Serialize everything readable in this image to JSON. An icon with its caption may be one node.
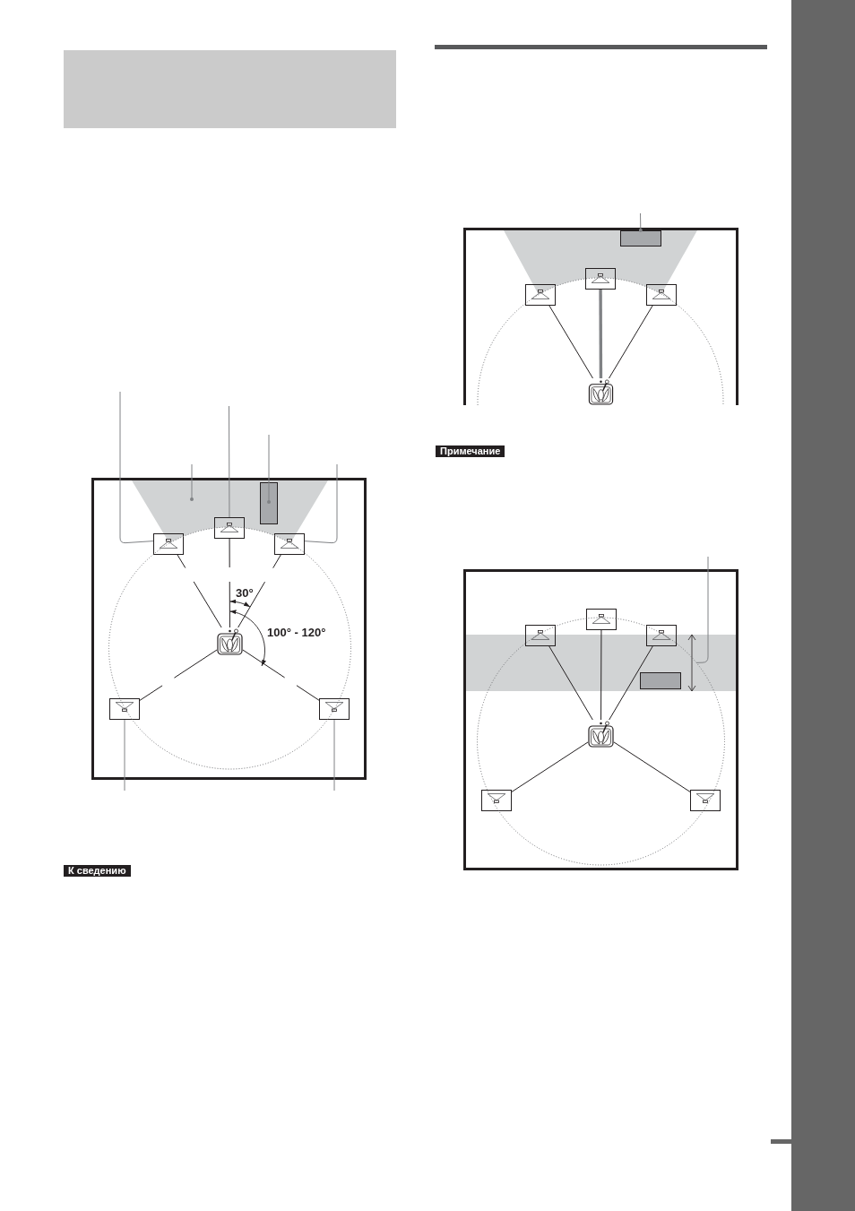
{
  "diagram": {
    "nodes": [
      {
        "text": [],
        "shape": "box"
      },
      {
        "text": [],
        "shape": "box"
      },
      {
        "text": [],
        "shape": "trapezoid",
        "in": 1
      },
      {
        "text": [],
        "shape": "box",
        "in": 2
      },
      {
        "text": [],
        "shape": "speaker",
        "in": 1
      },
      {
        "text": [],
        "shape": "speaker",
        "in": 1
      },
      {
        "text": [],
        "shape": "speaker",
        "in": 1
      },
      {
        "text": [],
        "shape": "person",
        "in": 1
      },
      {
        "text": [],
        "shape": "speaker",
        "in": 1
      },
      {
        "text": [],
        "shape": "speaker",
        "in": 1
      },
      {
        "text": [
          "К сведению"
        ]
      },
      {
        "text": [],
        "shape": "box"
      },
      {
        "text": [],
        "shape": "trapezoid",
        "in": 11
      },
      {
        "text": [],
        "shape": "box",
        "in": 12
      },
      {
        "text": [],
        "shape": "speaker",
        "in": 11
      },
      {
        "text": [],
        "shape": "speaker",
        "in": 11
      },
      {
        "text": [],
        "shape": "speaker",
        "in": 11
      },
      {
        "text": [],
        "shape": "person",
        "in": 11
      },
      {
        "text": [
          "Примечание"
        ]
      },
      {
        "text": [],
        "shape": "box"
      },
      {
        "text": [],
        "shape": "band",
        "in": 19
      },
      {
        "text": [],
        "shape": "speaker",
        "in": 19
      },
      {
        "text": [],
        "shape": "speaker",
        "in": 19
      },
      {
        "text": [],
        "shape": "speaker",
        "in": 19
      },
      {
        "text": [],
        "shape": "box",
        "in": 20
      },
      {
        "text": [],
        "shape": "arrow",
        "in": 20
      },
      {
        "text": [],
        "shape": "person",
        "in": 19
      },
      {
        "text": [],
        "shape": "speaker",
        "in": 19
      },
      {
        "text": [],
        "shape": "speaker",
        "in": 19
      },
      {
        "text": [],
        "shape": "bar"
      }
    ],
    "edges": [
      {
        "from": null,
        "to": 5,
        "arrow": "none",
        "color": "#808285"
      },
      {
        "from": null,
        "to": 4,
        "arrow": "none",
        "color": "#808285"
      },
      {
        "from": null,
        "to": 3,
        "arrow": "other",
        "color": "#808285"
      },
      {
        "from": null,
        "to": 2,
        "arrow": "other",
        "color": "#808285"
      },
      {
        "from": null,
        "to": 6,
        "arrow": "none",
        "color": "#808285"
      },
      {
        "from": 7,
        "to": 5,
        "arrow": "none",
        "style": "dashed"
      },
      {
        "from": 7,
        "to": 4,
        "arrow": "none",
        "style": "dashed"
      },
      {
        "from": 7,
        "to": 6,
        "arrow": "none",
        "style": "dashed"
      },
      {
        "from": 7,
        "to": 8,
        "arrow": "none",
        "style": "dashed"
      },
      {
        "from": 7,
        "to": 9,
        "arrow": "none",
        "style": "dashed"
      },
      {
        "from": null,
        "to": 8,
        "arrow": "none",
        "color": "#808285"
      },
      {
        "from": null,
        "to": 9,
        "arrow": "none",
        "color": "#808285"
      },
      {
        "from": null,
        "to": 13,
        "arrow": "other",
        "color": "#808285"
      },
      {
        "from": 17,
        "to": 15,
        "arrow": "none"
      },
      {
        "from": 17,
        "to": 14,
        "arrow": "none",
        "style": "thick",
        "color": "#808285"
      },
      {
        "from": 17,
        "to": 16,
        "arrow": "none"
      },
      {
        "from": null,
        "to": 25,
        "arrow": "none",
        "color": "#808285"
      },
      {
        "from": 26,
        "to": 22,
        "arrow": "none"
      },
      {
        "from": 26,
        "to": 21,
        "arrow": "none"
      },
      {
        "from": 26,
        "to": 23,
        "arrow": "none"
      },
      {
        "from": 26,
        "to": 27,
        "arrow": "none"
      },
      {
        "from": 26,
        "to": 28,
        "arrow": "none"
      }
    ],
    "labels": [
      "30°",
      "100° - 120°"
    ]
  }
}
